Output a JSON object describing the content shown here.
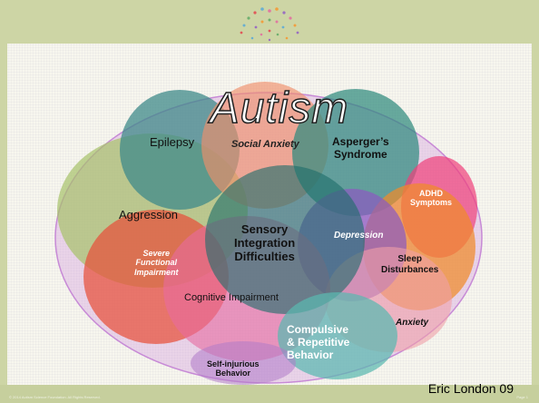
{
  "title": "Autism",
  "labels": {
    "epilepsy": "Epilepsy",
    "social_anxiety": "Social Anxiety",
    "aspergers_line1": "Asperger’s",
    "aspergers_line2": "Syndrome",
    "aggression": "Aggression",
    "adhd_line1": "ADHD",
    "adhd_line2": "Symptoms",
    "sensory_line1": "Sensory",
    "sensory_line2": "Integration",
    "sensory_line3": "Difficulties",
    "depression": "Depression",
    "severe_line1": "Severe",
    "severe_line2": "Functional",
    "severe_line3": "Impairment",
    "sleep_line1": "Sleep",
    "sleep_line2": "Disturbances",
    "cognitive": "Cognitive Impairment",
    "anxiety": "Anxiety",
    "compulsive_line1": "Compulsive",
    "compulsive_line2": "& Repetitive",
    "compulsive_line3": "Behavior",
    "self_line1": "Self-injurious",
    "self_line2": "Behavior"
  },
  "credit": "Eric London 09",
  "footer_copyright": "© 2014 Autism Science Foundation. All Rights Reserved.",
  "footer_page": "Page 1",
  "colors": {
    "big_ellipse": "#d8a8e0",
    "epilepsy": "#3f8a8a",
    "social_anxiety": "#f08f6a",
    "aspergers": "#2f8a7e",
    "aggression": "#a7c26a",
    "adhd": "#f0407a",
    "sensory": "#1e6e6a",
    "depression": "#8c5ac0",
    "severe": "#e8503a",
    "sleep": "#f08a2a",
    "cognitive": "#e86aa0",
    "anxiety": "#f0a0a8",
    "compulsive": "#5ab8b0"
  }
}
